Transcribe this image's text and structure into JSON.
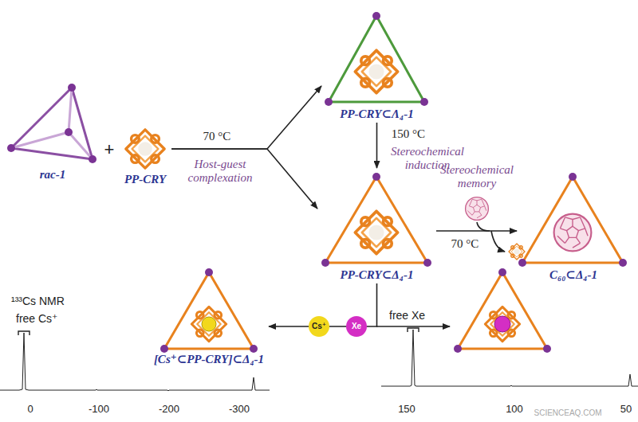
{
  "diagram": {
    "nodes": [
      {
        "text": [
          "rac-1"
        ]
      },
      {
        "text": [
          "PP-CRY"
        ]
      },
      {
        "text": [
          "PP-CRY⊂Λ₄-1"
        ]
      },
      {
        "text": [
          "PP-CRY⊂Δ₄-1"
        ]
      },
      {
        "text": [
          "C₆₀⊂Δ₄-1"
        ]
      },
      {
        "text": [
          "[Cs⁺⊂PP-CRY]⊂Δ₄-1"
        ]
      },
      {
        "text": [
          "Cs⁺"
        ]
      },
      {
        "text": [
          "Xe"
        ]
      }
    ],
    "edges": [
      {
        "from": 1,
        "to": 2,
        "arrow": "to"
      },
      {
        "from": 1,
        "to": 3,
        "arrow": "to"
      },
      {
        "from": 2,
        "to": 3,
        "arrow": "to"
      },
      {
        "from": 3,
        "to": 4,
        "arrow": "to"
      },
      {
        "from": 3,
        "to": 5,
        "arrow": "to"
      }
    ],
    "labels": [
      "+",
      "70 °C",
      "Host-guest complexation",
      "150 °C",
      "Stereochemical induction",
      "Stereochemical memory",
      "70 °C",
      "¹³³Cs NMR",
      "free Cs⁺",
      "0",
      "-100",
      "-200",
      "-300",
      "free Xe",
      "150",
      "100",
      "50",
      "SCIENCEAQ.COM"
    ]
  }
}
